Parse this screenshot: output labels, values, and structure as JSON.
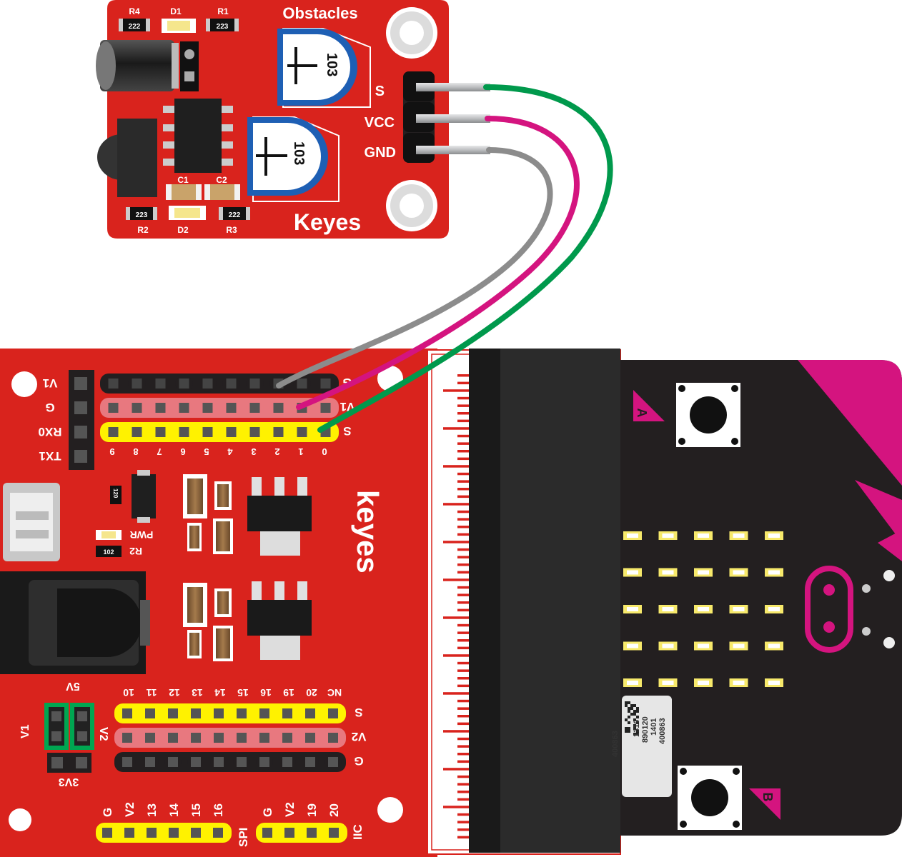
{
  "colors": {
    "board_red": "#d9231d",
    "header_black": "#231f20",
    "header_pink": "#e8787f",
    "header_yellow": "#fff200",
    "wire_gray": "#8c8c8c",
    "wire_magenta": "#d4147f",
    "wire_green": "#00994c",
    "microbit_black": "#231f20",
    "microbit_magenta": "#d4147f",
    "pot_blue": "#1e5fb4",
    "pin_silver": "#bcbec0"
  },
  "sensor": {
    "title": "Obstacles",
    "brand": "Keyes",
    "pot_value_top": "103",
    "pot_value_bottom": "103",
    "pin_labels": [
      "S",
      "VCC",
      "GND"
    ],
    "resistors": [
      {
        "name": "R4",
        "code": "222"
      },
      {
        "name": "R1",
        "code": "223"
      },
      {
        "name": "R2",
        "code": "223"
      },
      {
        "name": "R3",
        "code": "222"
      }
    ],
    "leds": [
      "D1",
      "D2"
    ],
    "caps": [
      "C1",
      "C2"
    ]
  },
  "shield": {
    "brand": "keyes",
    "left_header": [
      "V1",
      "G",
      "RX0",
      "TX1"
    ],
    "top_header_numbers": [
      "9",
      "8",
      "7",
      "6",
      "5",
      "4",
      "3",
      "2",
      "1",
      "0"
    ],
    "top_header_rows": [
      "G",
      "V1",
      "S"
    ],
    "pwr_label": "PWR",
    "r2_label": "R2",
    "r2_code": "102",
    "r120_code": "120",
    "jumper_labels": {
      "top": "5V",
      "left": "V1",
      "right": "V2",
      "bottom": "3V3"
    },
    "bottom_header_numbers": [
      "10",
      "11",
      "12",
      "13",
      "14",
      "15",
      "16",
      "19",
      "20",
      "NC"
    ],
    "bottom_header_rows": [
      "S",
      "V2",
      "G"
    ],
    "spi_pins": [
      "G",
      "V2",
      "13",
      "14",
      "15",
      "16"
    ],
    "spi_label": "SPI",
    "iic_pins": [
      "G",
      "V2",
      "19",
      "20"
    ],
    "iic_label": "IIC"
  },
  "microbit": {
    "button_a": "A",
    "button_b": "B",
    "serial_lines": [
      "400863",
      "1401",
      "890120",
      "1310"
    ]
  }
}
